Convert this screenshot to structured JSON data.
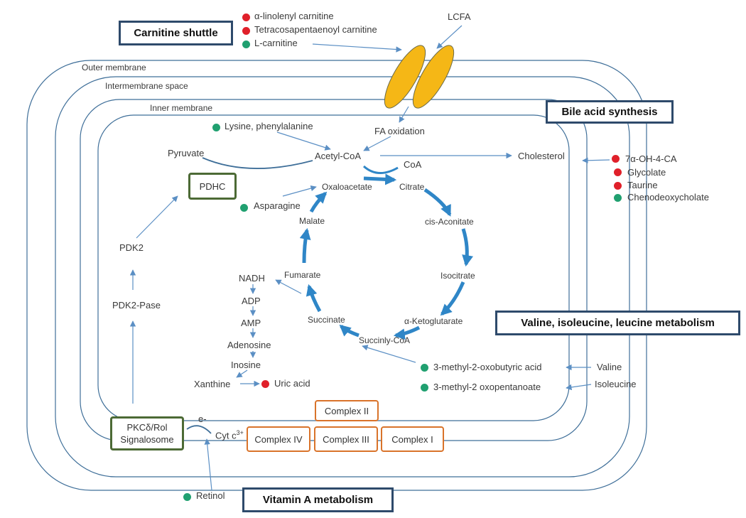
{
  "titles": {
    "carnitine_shuttle": "Carnitine shuttle",
    "bile_acid": "Bile acid synthesis",
    "bcaa": "Valine, isoleucine, leucine metabolism",
    "vitamin_a": "Vitamin A  metabolism"
  },
  "membranes": {
    "outer": "Outer membrane",
    "intermembrane": "Intermembrane  space",
    "inner": "Inner membrane"
  },
  "carnitine": {
    "items": [
      "α-linolenyl carnitine",
      "Tetracosapentaenoyl  carnitine",
      "L-carnitine"
    ],
    "lcfa": "LCFA",
    "fa_oxidation": "FA oxidation"
  },
  "bile": {
    "cholesterol": "Cholesterol",
    "items": [
      "7α-OH-4-CA",
      "Glycolate",
      "Taurine",
      "Chenodeoxycholate"
    ]
  },
  "tca": {
    "acetyl_coa": "Acetyl-CoA",
    "coa": "CoA",
    "oxaloacetate": "Oxaloacetate",
    "citrate": "Citrate",
    "cis_aconitate": "cis-Aconitate",
    "isocitrate": "Isocitrate",
    "akg": "α-Ketoglutarate",
    "succinyl_coa": "Succinly-CoA",
    "succinate": "Succinate",
    "fumarate": "Fumarate",
    "malate": "Malate"
  },
  "amino": {
    "lysine": "Lysine, phenylalanine",
    "asparagine": "Asparagine"
  },
  "pyruvate": {
    "pyruvate": "Pyruvate",
    "pdhc": "PDHC",
    "pdk2": "PDK2",
    "pdk2_pase": "PDK2-Pase"
  },
  "purine": {
    "chain": [
      "NADH",
      "ADP",
      "AMP",
      "Adenosine",
      "Inosine",
      "Xanthine"
    ],
    "uric_acid": "Uric acid"
  },
  "bcaa": {
    "oxobutyric": "3-methyl-2-oxobutyric acid",
    "oxopentanoate": "3-methyl-2 oxopentanoate",
    "valine": "Valine",
    "isoleucine": "Isoleucine"
  },
  "etc": {
    "complex_ii": "Complex II",
    "complex_iv": "Complex IV",
    "complex_iii": "Complex III",
    "complex_i": "Complex I",
    "cyt_c": "Cyt c",
    "cyt_c_sup": "3+",
    "e_minus": "e-",
    "signalosome_line1": "PKCδ/Rol",
    "signalosome_line2": "Signalosome"
  },
  "vitamin": {
    "retinol": "Retinol"
  },
  "colors": {
    "membrane": "#3f6f99",
    "arrow": "#5b8fc4",
    "cycle": "#2f86c7",
    "transporter_fill": "#f5b716",
    "up_marker": "#e0202a",
    "down_marker": "#20a070",
    "title_border": "#2e4a6b",
    "complex_border": "#d9732a",
    "green_box_border": "#4c6a35"
  }
}
